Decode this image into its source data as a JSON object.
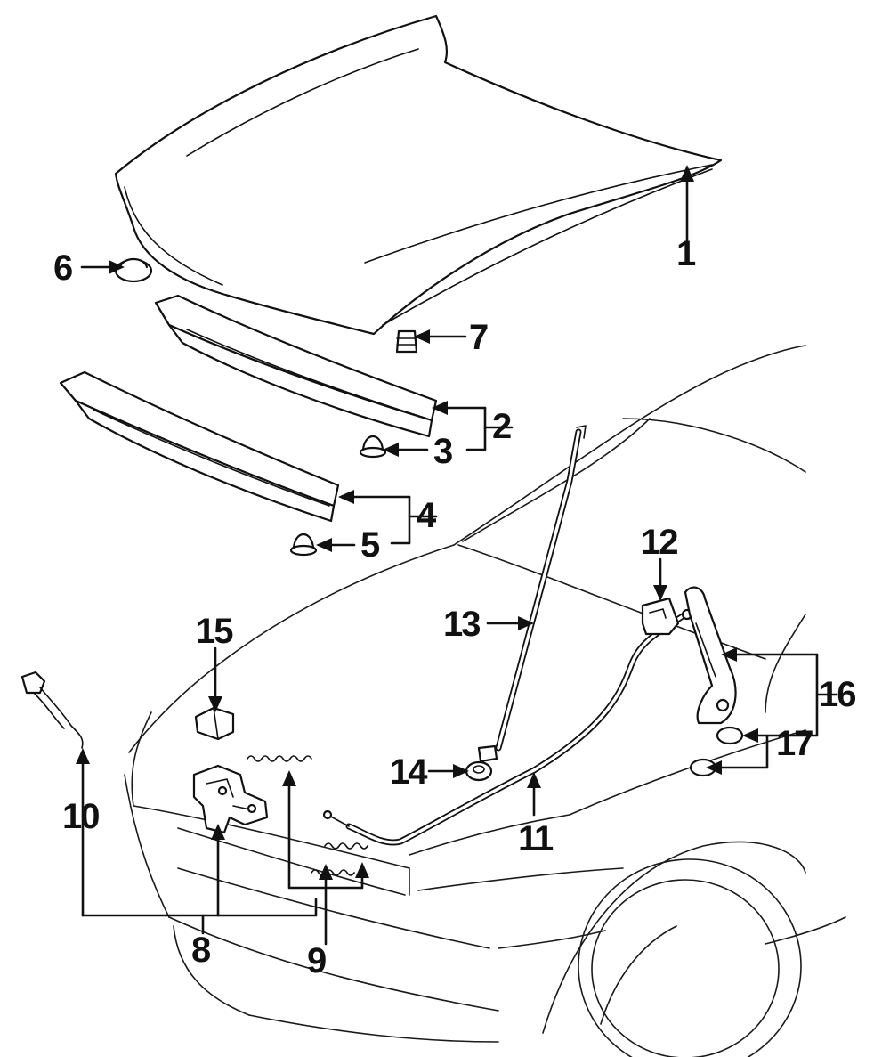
{
  "diagram": {
    "callouts": [
      {
        "id": "1",
        "label": "1"
      },
      {
        "id": "2",
        "label": "2"
      },
      {
        "id": "3",
        "label": "3"
      },
      {
        "id": "4",
        "label": "4"
      },
      {
        "id": "5",
        "label": "5"
      },
      {
        "id": "6",
        "label": "6"
      },
      {
        "id": "7",
        "label": "7"
      },
      {
        "id": "8",
        "label": "8"
      },
      {
        "id": "9",
        "label": "9"
      },
      {
        "id": "10",
        "label": "10"
      },
      {
        "id": "11",
        "label": "11"
      },
      {
        "id": "12",
        "label": "12"
      },
      {
        "id": "13",
        "label": "13"
      },
      {
        "id": "14",
        "label": "14"
      },
      {
        "id": "15",
        "label": "15"
      },
      {
        "id": "16",
        "label": "16"
      },
      {
        "id": "17",
        "label": "17"
      }
    ],
    "parts": [
      "hood-panel",
      "hood-seal-upper",
      "seal-clip-upper",
      "hood-seal-lower",
      "seal-clip-lower",
      "hood-bumper",
      "hood-cushion",
      "lock-assembly",
      "springs",
      "lock-switch",
      "release-cable",
      "handle-bracket",
      "support-rod",
      "grommet",
      "lock-bracket",
      "hinge",
      "hinge-bushings"
    ]
  }
}
